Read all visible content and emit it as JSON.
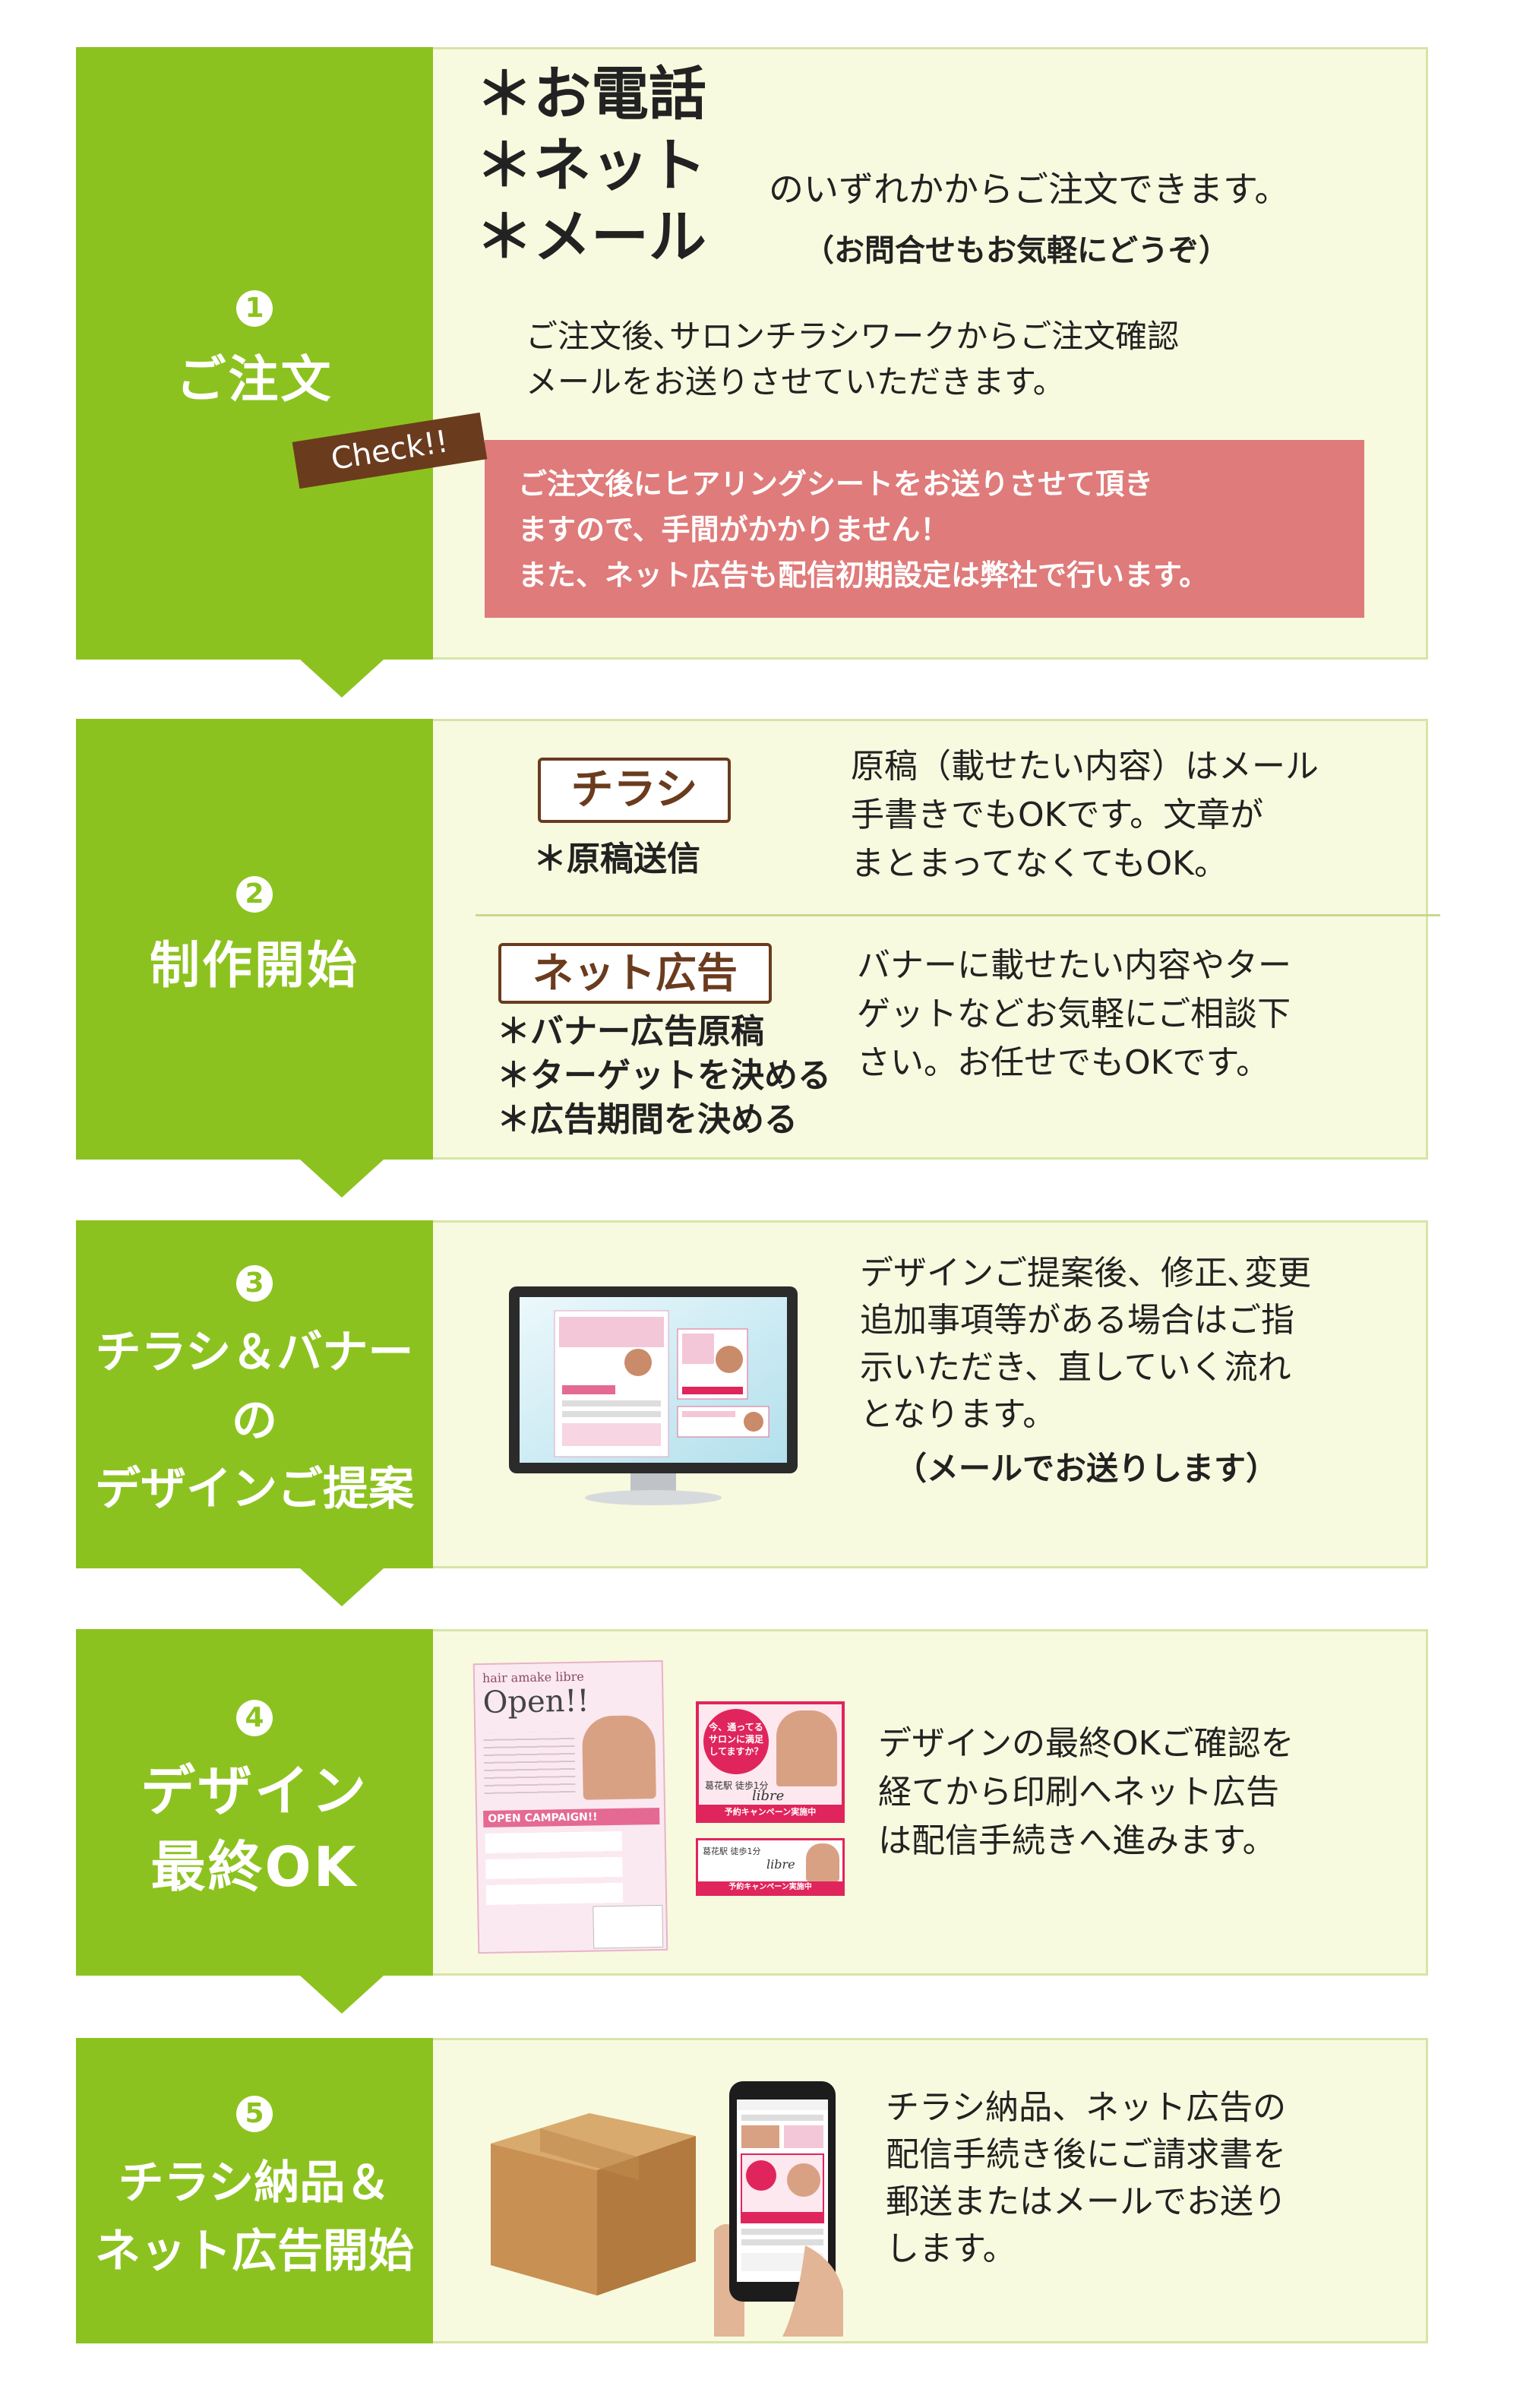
{
  "steps": [
    {
      "num": "1",
      "title": "ご注文",
      "methods": [
        "＊お電話",
        "＊ネット",
        "＊メール"
      ],
      "methods_note": "のいずれかからご注文できます。",
      "contact_note": "（お問合せもお気軽にどうぞ）",
      "confirm_lines": [
        "ご注文後､サロンチラシワークからご注文確認",
        "メールをお送りさせていただきます。"
      ],
      "check_label": "Check!!",
      "check_lines": [
        "ご注文後にヒアリングシートをお送りさせて頂き",
        "ますので、手間がかかりません！",
        "また、ネット広告も配信初期設定は弊社で行います。"
      ]
    },
    {
      "num": "2",
      "title": "制作開始",
      "flyer_tag": "チラシ",
      "flyer_item": "＊原稿送信",
      "flyer_desc": [
        "原稿（載せたい内容）はメール",
        "手書きでもOKです。文章が",
        "まとまってなくてもOK。"
      ],
      "net_tag": "ネット広告",
      "net_items": [
        "＊バナー広告原稿",
        "＊ターゲットを決める",
        "＊広告期間を決める"
      ],
      "net_desc": [
        "バナーに載せたい内容やター",
        "ゲットなどお気軽にご相談下",
        "さい。お任せでもOKです。"
      ]
    },
    {
      "num": "3",
      "title_lines": [
        "チラシ＆バナーの",
        "デザインご提案"
      ],
      "desc": [
        "デザインご提案後、修正､変更",
        "追加事項等がある場合はご指",
        "示いただき、直していく流れ",
        "となります。"
      ],
      "note": "（メールでお送りします）"
    },
    {
      "num": "4",
      "title_lines": [
        "デザイン",
        "最終OK"
      ],
      "desc": [
        "デザインの最終OKご確認を",
        "経てから印刷へネット広告",
        "は配信手続きへ進みます。"
      ],
      "flyer_brand": "hair amake libre",
      "flyer_open": "Open!!",
      "flyer_campaign": "OPEN CAMPAIGN!!",
      "banner1_lines": [
        "今、通ってる",
        "サロンに満足",
        "してますか？"
      ],
      "banner_station": "葛花駅 徒歩1分",
      "banner_brand": "libre",
      "banner_cta": "予約キャンペーン実施中"
    },
    {
      "num": "5",
      "title_lines": [
        "チラシ納品＆",
        "ネット広告開始"
      ],
      "desc": [
        "チラシ納品、ネット広告の",
        "配信手続き後にご請求書を",
        "郵送またはメールでお送り",
        "します。"
      ]
    }
  ],
  "colors": {
    "green": "#8cc21f",
    "panel": "#f8fadf",
    "pink_box": "#df7b7a",
    "brown": "#6b3b1e"
  }
}
